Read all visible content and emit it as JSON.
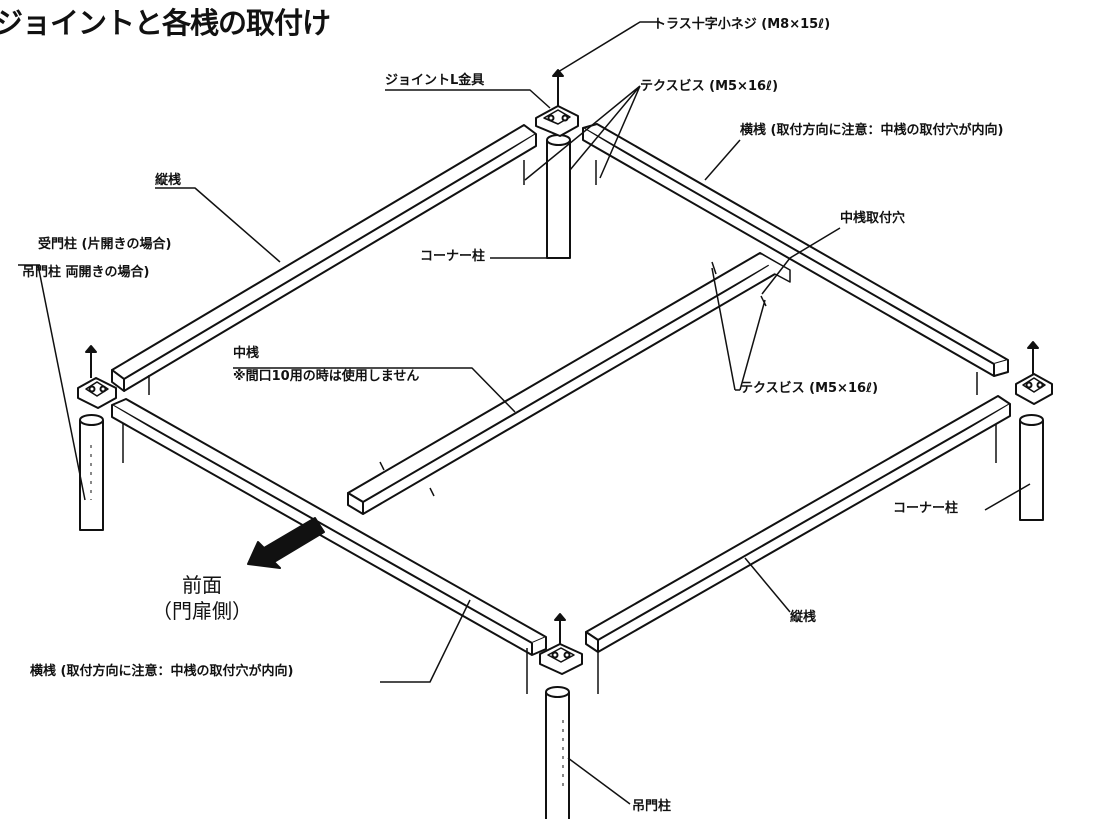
{
  "title": "ジョイントと各桟の取付け",
  "labels": {
    "truss_screw": "トラス十字小ネジ (M8×15ℓ)",
    "joint_l": "ジョイントL金具",
    "tex_screw_top": "テクスビス (M5×16ℓ)",
    "yokosan_top": "横桟 (取付方向に注意：中桟の取付穴が内向)",
    "tatesan_left": "縦桟",
    "nakasan_hole": "中桟取付穴",
    "ukemon_line1": "受門柱 (片開きの場合)",
    "ukemon_line2": "吊門柱 両開きの場合)",
    "corner_post_top": "コーナー柱",
    "nakasan_line1": "中桟",
    "nakasan_line2": "※間口10用の時は使用しません",
    "tex_screw_mid": "テクスビス (M5×16ℓ)",
    "corner_post_right": "コーナー柱",
    "front_line1": "前面",
    "front_line2": "（門扉側）",
    "tatesan_right": "縦桟",
    "yokosan_bottom": "横桟 (取付方向に注意：中桟の取付穴が内向)",
    "tsurimon": "吊門柱"
  }
}
